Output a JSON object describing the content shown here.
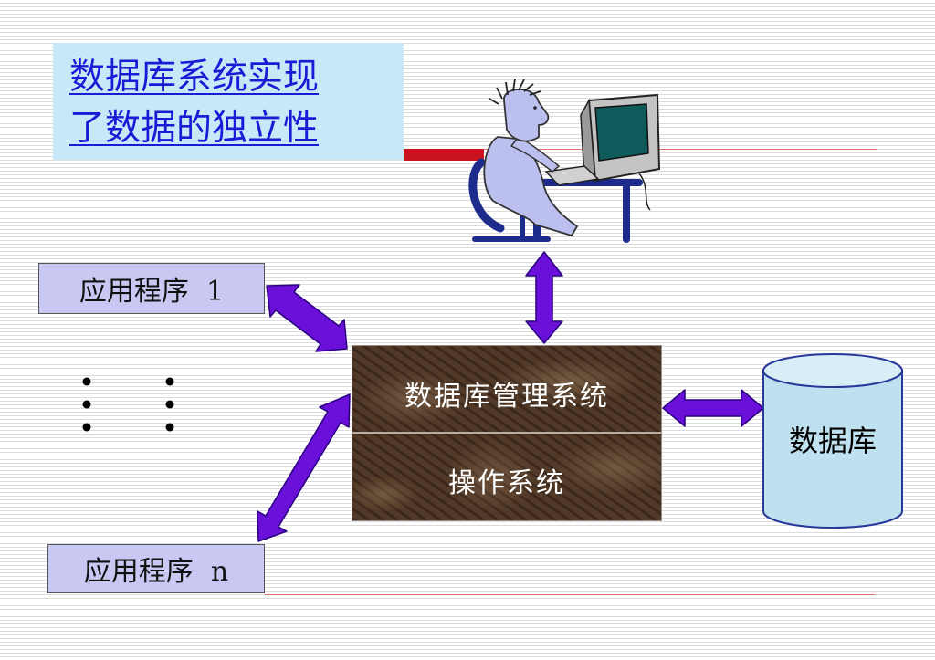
{
  "title": {
    "line1": "数据库系统实现",
    "line2": "了数据的独立性"
  },
  "apps": {
    "first": "应用程序  1",
    "last": "应用程序  n"
  },
  "dbms": {
    "upper": "数据库管理系统",
    "lower": "操作系统"
  },
  "database": {
    "label": "数据库"
  },
  "colors": {
    "arrow": "#6a10d8",
    "title_text": "#1b1bd6",
    "title_bg": "#c7e8f7",
    "app_box": "#c8c8f2",
    "db_cylinder": "#bfe0ee",
    "accent_red": "#c8141e"
  }
}
